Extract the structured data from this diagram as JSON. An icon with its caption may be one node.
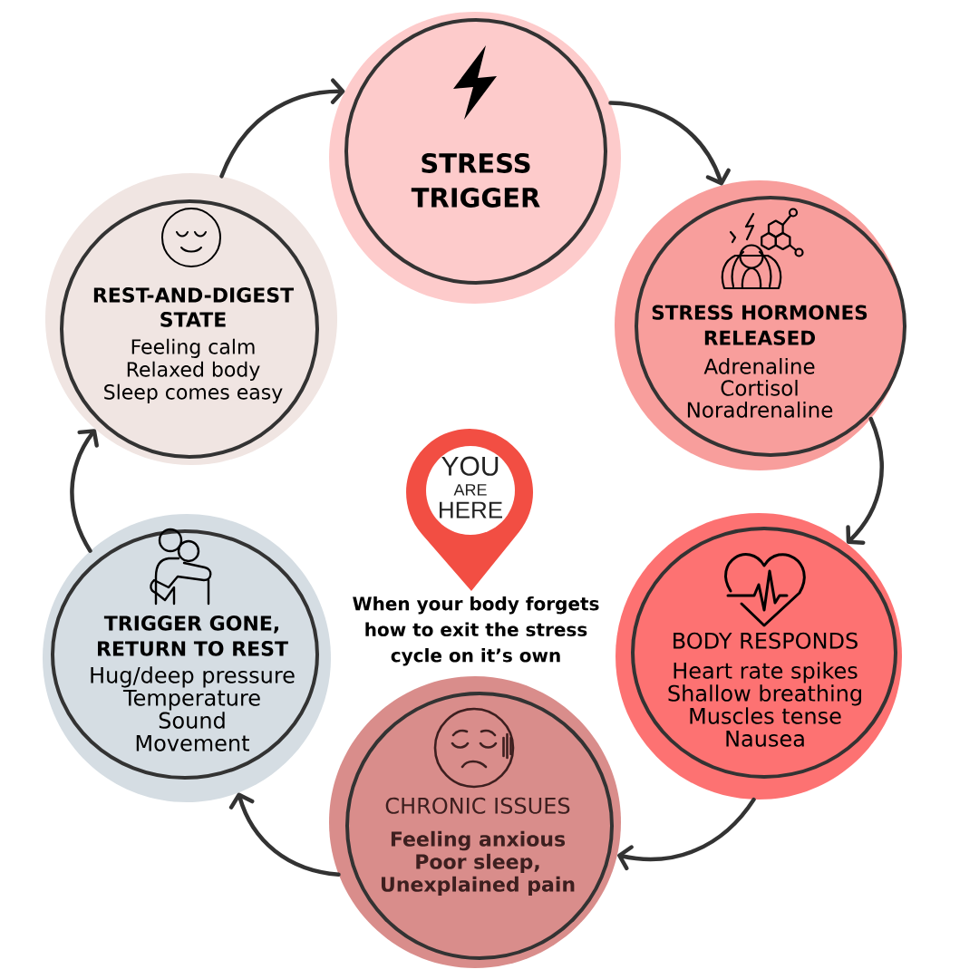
{
  "diagram": {
    "nodes": [
      {
        "text": [
          "STRESS TRIGGER"
        ]
      },
      {
        "text": [
          "STRESS HORMONES RELEASED",
          "Adrenaline",
          "Cortisol",
          "Noradrenaline"
        ]
      },
      {
        "text": [
          "BODY RESPONDS",
          "Heart rate spikes",
          "Shallow breathing",
          "Muscles tense",
          "Nausea"
        ]
      },
      {
        "text": [
          "CHRONIC ISSUES",
          "Feeling anxious",
          "Poor sleep,",
          "Unexplained pain"
        ]
      },
      {
        "text": [
          "TRIGGER GONE, RETURN TO REST",
          "Hug/deep pressure",
          "Temperature",
          "Sound",
          "Movement"
        ]
      },
      {
        "text": [
          "REST-AND-DIGEST STATE",
          "Feeling calm",
          "Relaxed body",
          "Sleep comes easy"
        ]
      },
      {
        "text": [
          "YOU",
          "ARE",
          "HERE"
        ],
        "beside": [
          "When your body forgets how to exit the stress cycle on it’s own"
        ]
      }
    ],
    "edges": [
      {
        "from": 0,
        "to": 1,
        "arrow": "to"
      },
      {
        "from": 1,
        "to": 2,
        "arrow": "to"
      },
      {
        "from": 2,
        "to": 3,
        "arrow": "to"
      },
      {
        "from": 3,
        "to": 4,
        "arrow": "to"
      },
      {
        "from": 4,
        "to": 5,
        "arrow": "to"
      },
      {
        "from": 5,
        "to": 0,
        "arrow": "to"
      }
    ]
  }
}
